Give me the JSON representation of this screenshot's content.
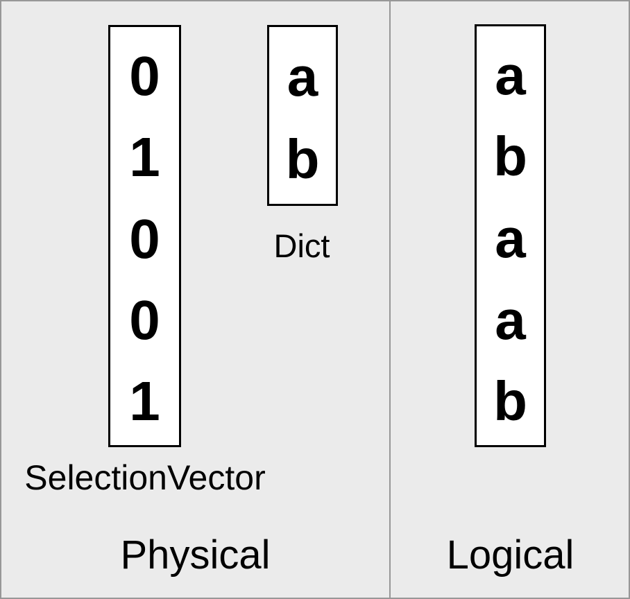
{
  "panels": {
    "physical": {
      "label": "Physical",
      "selection_vector": {
        "label": "SelectionVector",
        "values": [
          "0",
          "1",
          "0",
          "0",
          "1"
        ]
      },
      "dict": {
        "label": "Dict",
        "values": [
          "a",
          "b"
        ]
      }
    },
    "logical": {
      "label": "Logical",
      "values": [
        "a",
        "b",
        "a",
        "a",
        "b"
      ]
    }
  },
  "colors": {
    "background": "#ebebeb",
    "frame_border": "#979797",
    "divider": "#979797",
    "box_background": "#ffffff",
    "box_border": "#000000",
    "text": "#000000"
  }
}
